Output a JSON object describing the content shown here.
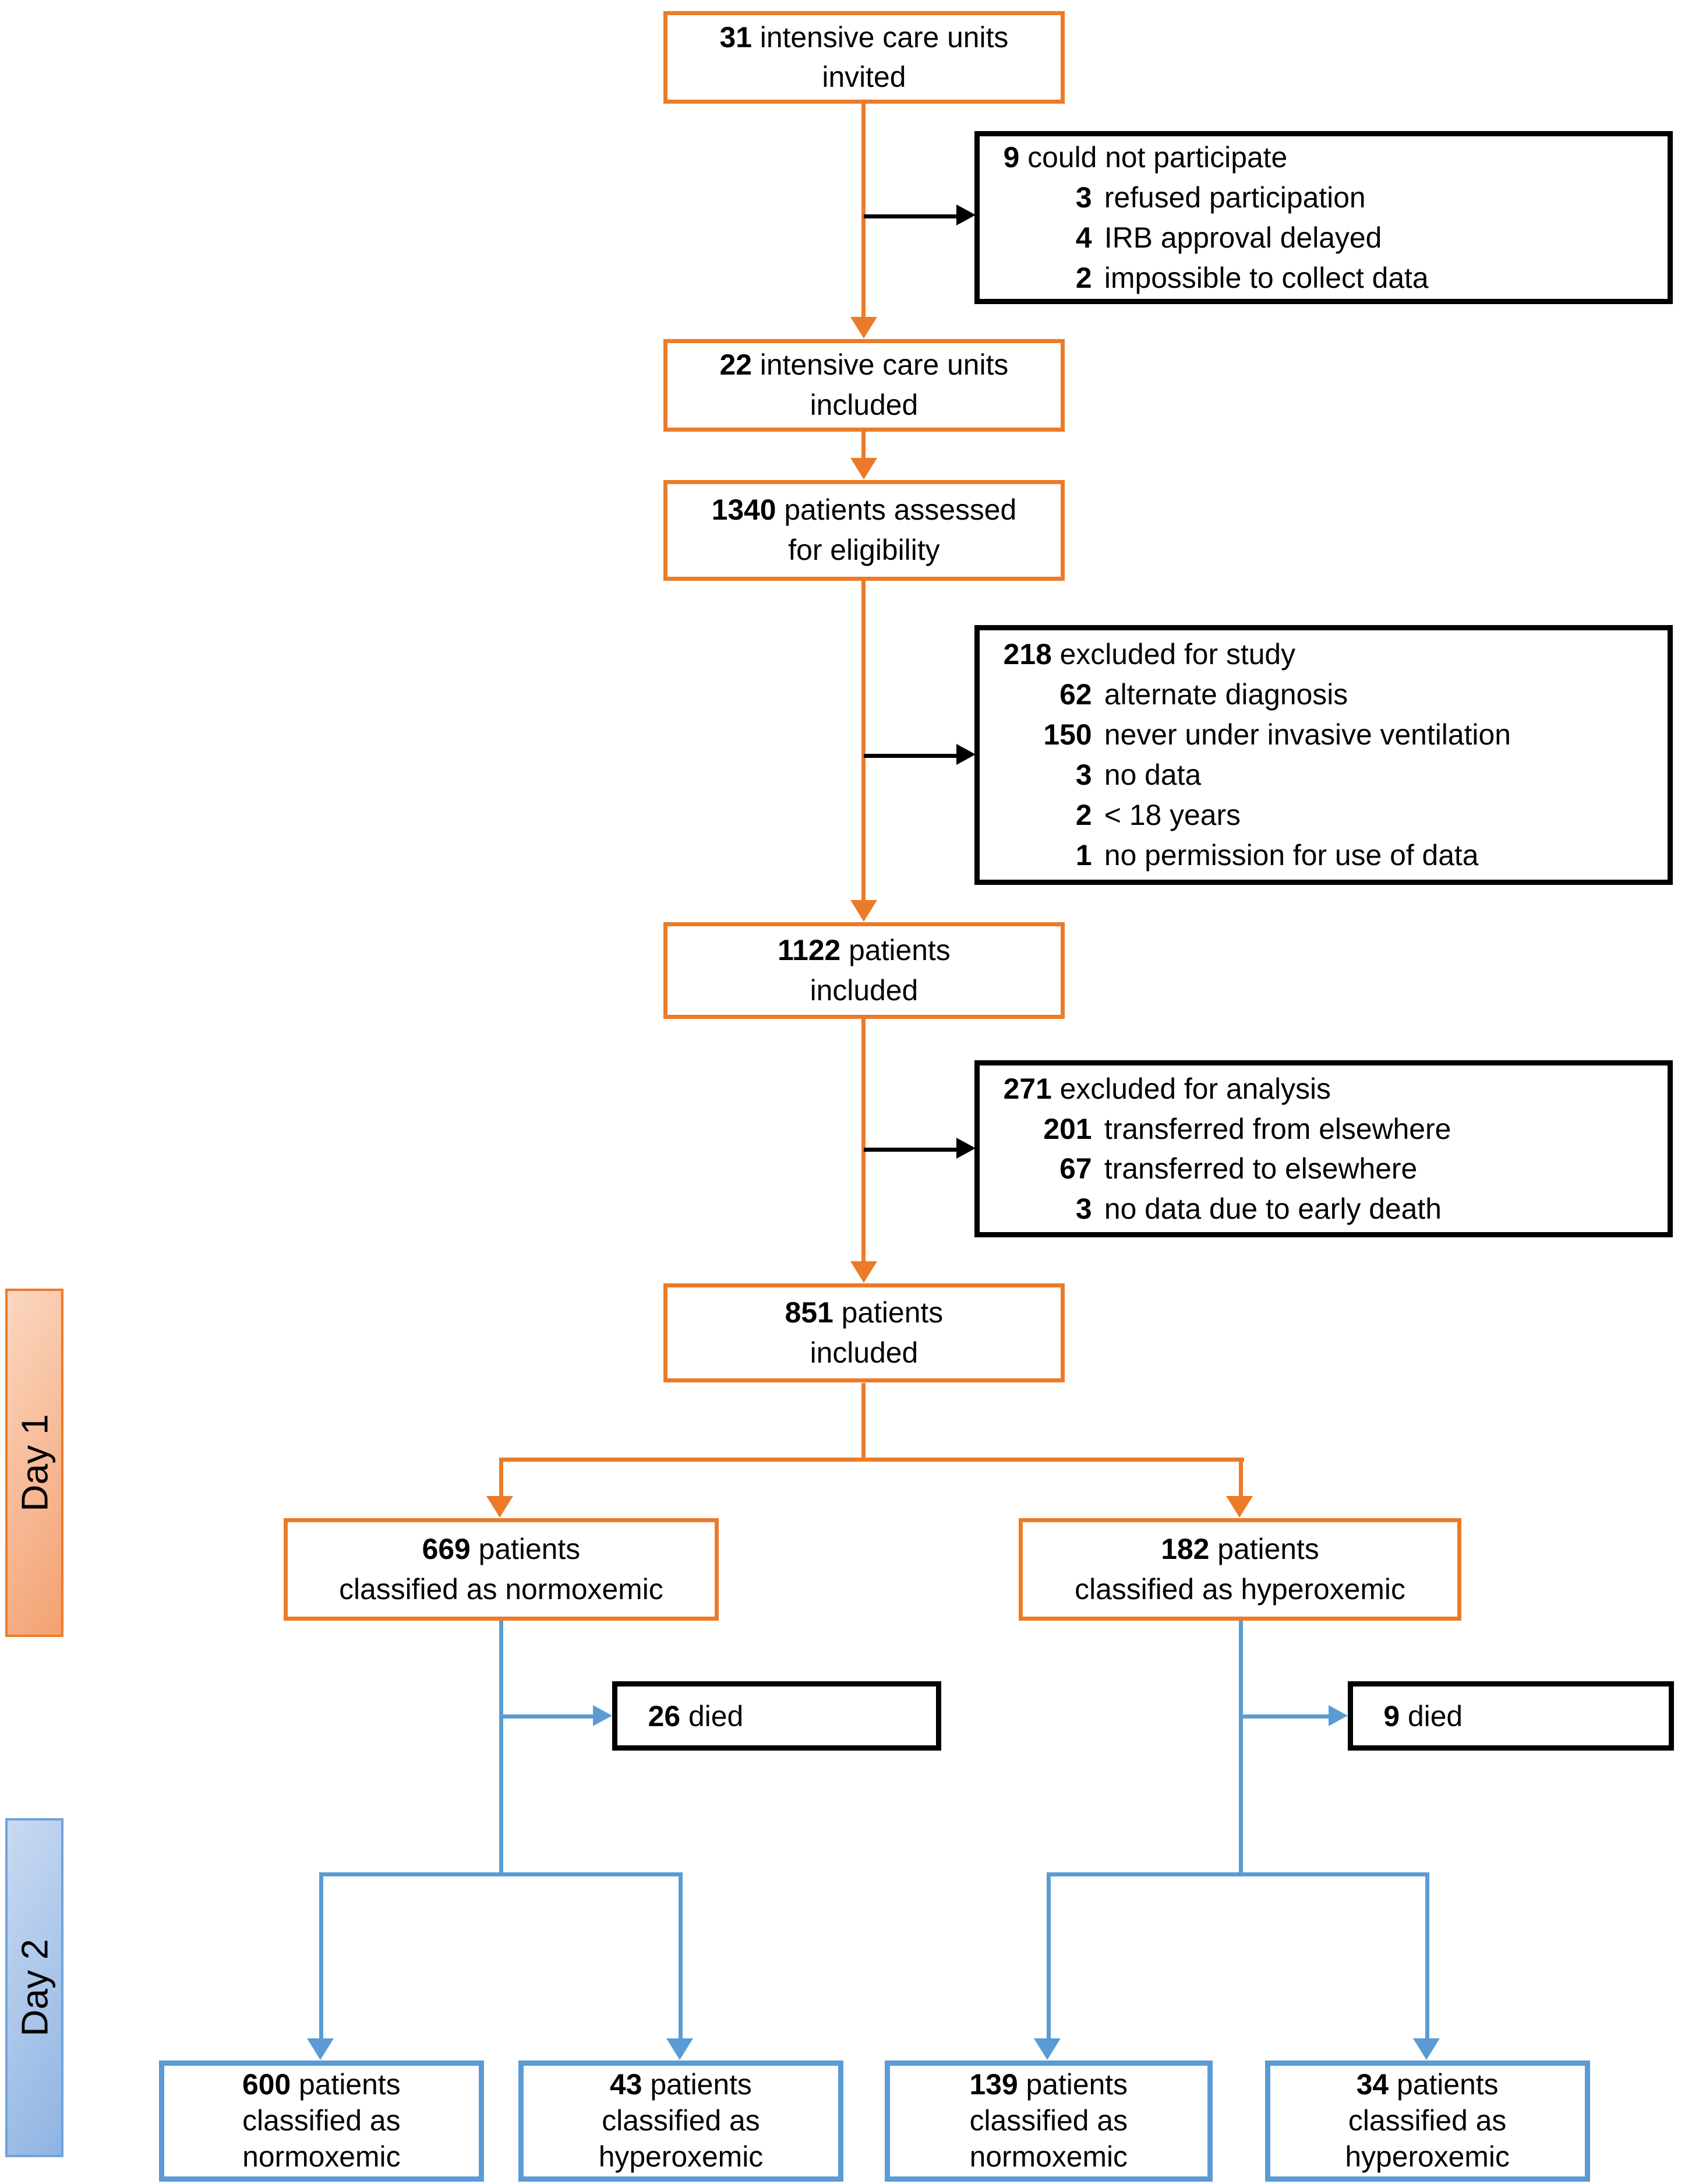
{
  "colors": {
    "orange": "#EB7B28",
    "blue": "#5B9BD5",
    "black": "#000000"
  },
  "side_labels": {
    "day1": "Day 1",
    "day2": "Day 2"
  },
  "nodes": {
    "invited": {
      "num": "31",
      "line1": "intensive care units",
      "line2": "invited"
    },
    "not_participate": {
      "header": {
        "num": "9",
        "text": "could not participate"
      },
      "items": [
        {
          "num": "3",
          "text": "refused participation"
        },
        {
          "num": "4",
          "text": "IRB approval delayed"
        },
        {
          "num": "2",
          "text": "impossible to collect data"
        }
      ]
    },
    "icu_included": {
      "num": "22",
      "line1": "intensive care units",
      "line2": "included"
    },
    "assessed": {
      "num": "1340",
      "line1": "patients assessed",
      "line2": "for eligibility"
    },
    "excluded_study": {
      "header": {
        "num": "218",
        "text": "excluded for study"
      },
      "items": [
        {
          "num": "62",
          "text": "alternate diagnosis"
        },
        {
          "num": "150",
          "text": "never under invasive ventilation"
        },
        {
          "num": "3",
          "text": "no data"
        },
        {
          "num": "2",
          "text": "< 18 years"
        },
        {
          "num": "1",
          "text": "no permission for use of data"
        }
      ]
    },
    "patients_included": {
      "num": "1122",
      "line1": "patients",
      "line2": "included"
    },
    "excluded_analysis": {
      "header": {
        "num": "271",
        "text": "excluded for analysis"
      },
      "items": [
        {
          "num": "201",
          "text": "transferred from elsewhere"
        },
        {
          "num": "67",
          "text": "transferred to elsewhere"
        },
        {
          "num": "3",
          "text": "no data due to early death"
        }
      ]
    },
    "analyzed": {
      "num": "851",
      "line1": "patients",
      "line2": "included"
    },
    "day1_normoxemic": {
      "num": "669",
      "line1": "patients",
      "line2": "classified as normoxemic"
    },
    "day1_hyperoxemic": {
      "num": "182",
      "line1": "patients",
      "line2": "classified as hyperoxemic"
    },
    "died_normoxemic": {
      "num": "26",
      "text": "died"
    },
    "died_hyperoxemic": {
      "num": "9",
      "text": "died"
    },
    "day2_norm_norm": {
      "num": "600",
      "line1": "patients",
      "line2": "classified as",
      "line3": "normoxemic"
    },
    "day2_norm_hyper": {
      "num": "43",
      "line1": "patients",
      "line2": "classified as",
      "line3": "hyperoxemic"
    },
    "day2_hyper_norm": {
      "num": "139",
      "line1": "patients",
      "line2": "classified as",
      "line3": "normoxemic"
    },
    "day2_hyper_hyper": {
      "num": "34",
      "line1": "patients",
      "line2": "classified as",
      "line3": "hyperoxemic"
    }
  }
}
